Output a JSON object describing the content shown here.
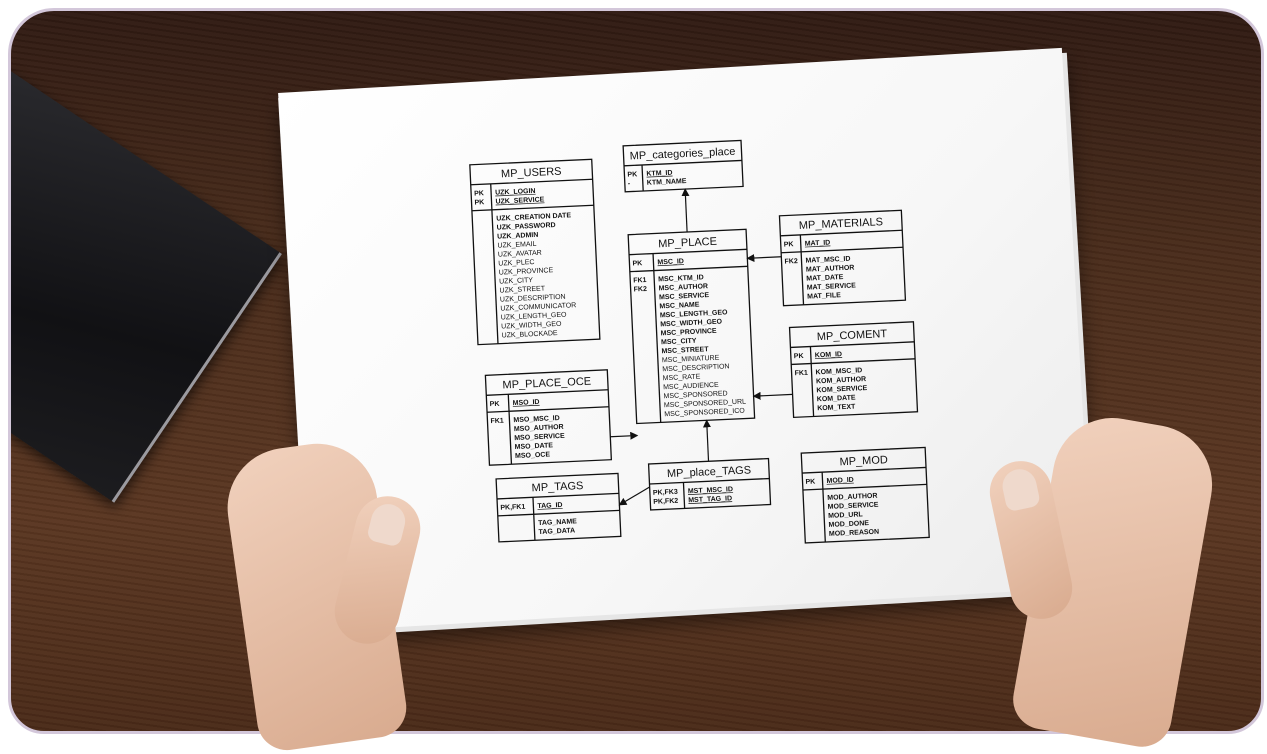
{
  "tables": [
    {
      "id": "mp-users",
      "name": "MP_USERS",
      "pk": [
        {
          "key": "PK",
          "field": "UZK_LOGIN"
        },
        {
          "key": "PK",
          "field": "UZK_SERVICE"
        }
      ],
      "fields": [
        {
          "key": "",
          "field": "UZK_CREATION DATE",
          "bold": true
        },
        {
          "key": "",
          "field": "UZK_PASSWORD",
          "bold": true
        },
        {
          "key": "",
          "field": "UZK_ADMIN",
          "bold": true
        },
        {
          "key": "",
          "field": "UZK_EMAIL",
          "bold": false
        },
        {
          "key": "",
          "field": "UZK_AVATAR",
          "bold": false
        },
        {
          "key": "",
          "field": "UZK_PLEC",
          "bold": false
        },
        {
          "key": "",
          "field": "UZK_PROVINCE",
          "bold": false
        },
        {
          "key": "",
          "field": "UZK_CITY",
          "bold": false
        },
        {
          "key": "",
          "field": "UZK_STREET",
          "bold": false
        },
        {
          "key": "",
          "field": "UZK_DESCRIPTION",
          "bold": false
        },
        {
          "key": "",
          "field": "UZK_COMMUNICATOR",
          "bold": false
        },
        {
          "key": "",
          "field": "UZK_LENGTH_GEO",
          "bold": false
        },
        {
          "key": "",
          "field": "UZK_WIDTH_GEO",
          "bold": false
        },
        {
          "key": "",
          "field": "UZK_BLOCKADE",
          "bold": false
        }
      ]
    },
    {
      "id": "mp-categories-place",
      "name": "MP_categories_place",
      "pk": [
        {
          "key": "PK",
          "field": "KTM_ID"
        },
        {
          "key": "-",
          "field": "KTM_NAME"
        }
      ],
      "fields": []
    },
    {
      "id": "mp-place",
      "name": "MP_PLACE",
      "pk": [
        {
          "key": "PK",
          "field": "MSC_ID"
        }
      ],
      "fields": [
        {
          "key": "FK1",
          "field": "MSC_KTM_ID",
          "bold": true
        },
        {
          "key": "FK2",
          "field": "MSC_AUTHOR",
          "bold": true
        },
        {
          "key": "",
          "field": "MSC_SERVICE",
          "bold": true
        },
        {
          "key": "",
          "field": "MSC_NAME",
          "bold": true
        },
        {
          "key": "",
          "field": "MSC_LENGTH_GEO",
          "bold": true
        },
        {
          "key": "",
          "field": "MSC_WIDTH_GEO",
          "bold": true
        },
        {
          "key": "",
          "field": "MSC_PROVINCE",
          "bold": true
        },
        {
          "key": "",
          "field": "MSC_CITY",
          "bold": true
        },
        {
          "key": "",
          "field": "MSC_STREET",
          "bold": true
        },
        {
          "key": "",
          "field": "MSC_MINIATURE",
          "bold": false
        },
        {
          "key": "",
          "field": "MSC_DESCRIPTION",
          "bold": false
        },
        {
          "key": "",
          "field": "MSC_RATE",
          "bold": false
        },
        {
          "key": "",
          "field": "MSC_AUDIENCE",
          "bold": false
        },
        {
          "key": "",
          "field": "MSC_SPONSORED",
          "bold": false
        },
        {
          "key": "",
          "field": "MSC_SPONSORED_URL",
          "bold": false
        },
        {
          "key": "",
          "field": "MSC_SPONSORED_ICO",
          "bold": false
        }
      ]
    },
    {
      "id": "mp-materials",
      "name": "MP_MATERIALS",
      "pk": [
        {
          "key": "PK",
          "field": "MAT_ID"
        }
      ],
      "fields": [
        {
          "key": "FK2",
          "field": "MAT_MSC_ID",
          "bold": true
        },
        {
          "key": "",
          "field": "MAT_AUTHOR",
          "bold": true
        },
        {
          "key": "",
          "field": "MAT_DATE",
          "bold": true
        },
        {
          "key": "",
          "field": "MAT_SERVICE",
          "bold": true
        },
        {
          "key": "",
          "field": "MAT_FILE",
          "bold": true
        }
      ]
    },
    {
      "id": "mp-coment",
      "name": "MP_COMENT",
      "pk": [
        {
          "key": "PK",
          "field": "KOM_ID"
        }
      ],
      "fields": [
        {
          "key": "FK1",
          "field": "KOM_MSC_ID",
          "bold": true
        },
        {
          "key": "",
          "field": "KOM_AUTHOR",
          "bold": true
        },
        {
          "key": "",
          "field": "KOM_SERVICE",
          "bold": true
        },
        {
          "key": "",
          "field": "KOM_DATE",
          "bold": true
        },
        {
          "key": "",
          "field": "KOM_TEXT",
          "bold": true
        }
      ]
    },
    {
      "id": "mp-place-oce",
      "name": "MP_PLACE_OCE",
      "pk": [
        {
          "key": "PK",
          "field": "MSO_ID"
        }
      ],
      "fields": [
        {
          "key": "FK1",
          "field": "MSO_MSC_ID",
          "bold": true
        },
        {
          "key": "",
          "field": "MSO_AUTHOR",
          "bold": true
        },
        {
          "key": "",
          "field": "MSO_SERVICE",
          "bold": true
        },
        {
          "key": "",
          "field": "MSO_DATE",
          "bold": true
        },
        {
          "key": "",
          "field": "MSO_OCE",
          "bold": true
        }
      ]
    },
    {
      "id": "mp-tags",
      "name": "MP_TAGS",
      "pk": [
        {
          "key": "PK,FK1",
          "field": "TAG_ID"
        }
      ],
      "fields": [
        {
          "key": "",
          "field": "TAG_NAME",
          "bold": true
        },
        {
          "key": "",
          "field": "TAG_DATA",
          "bold": true
        }
      ]
    },
    {
      "id": "mp-place-tags",
      "name": "MP_place_TAGS",
      "pk": [
        {
          "key": "PK,FK3",
          "field": "MST_MSC_ID"
        },
        {
          "key": "PK,FK2",
          "field": "MST_TAG_ID"
        }
      ],
      "fields": []
    },
    {
      "id": "mp-mod",
      "name": "MP_MOD",
      "pk": [
        {
          "key": "PK",
          "field": "MOD_ID"
        }
      ],
      "fields": [
        {
          "key": "",
          "field": "MOD_AUTHOR",
          "bold": true
        },
        {
          "key": "",
          "field": "MOD_SERVICE",
          "bold": true
        },
        {
          "key": "",
          "field": "MOD_URL",
          "bold": true
        },
        {
          "key": "",
          "field": "MOD_DONE",
          "bold": true
        },
        {
          "key": "",
          "field": "MOD_REASON",
          "bold": true
        }
      ]
    }
  ],
  "relations": [
    {
      "from": "mp-place",
      "to": "mp-categories-place"
    },
    {
      "from": "mp-materials",
      "to": "mp-place"
    },
    {
      "from": "mp-coment",
      "to": "mp-place"
    },
    {
      "from": "mp-place-oce",
      "to": "mp-place"
    },
    {
      "from": "mp-place-tags",
      "to": "mp-place"
    },
    {
      "from": "mp-place-tags",
      "to": "mp-tags"
    }
  ]
}
